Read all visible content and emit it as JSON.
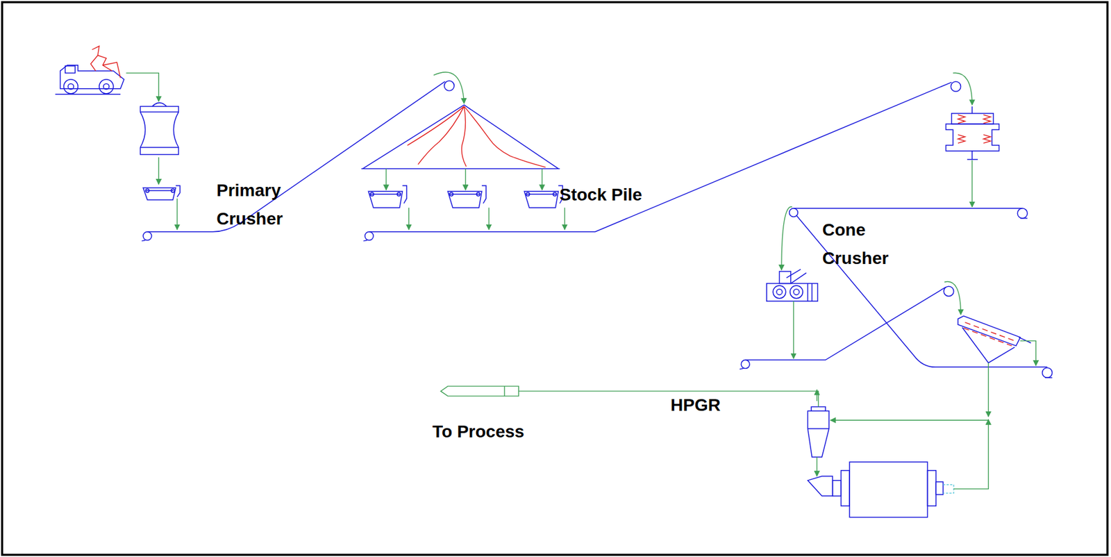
{
  "diagram": {
    "labels": [
      "Primary Crusher",
      "Stock Pile",
      "Cone Crusher",
      "HPGR",
      "To Process"
    ]
  }
}
